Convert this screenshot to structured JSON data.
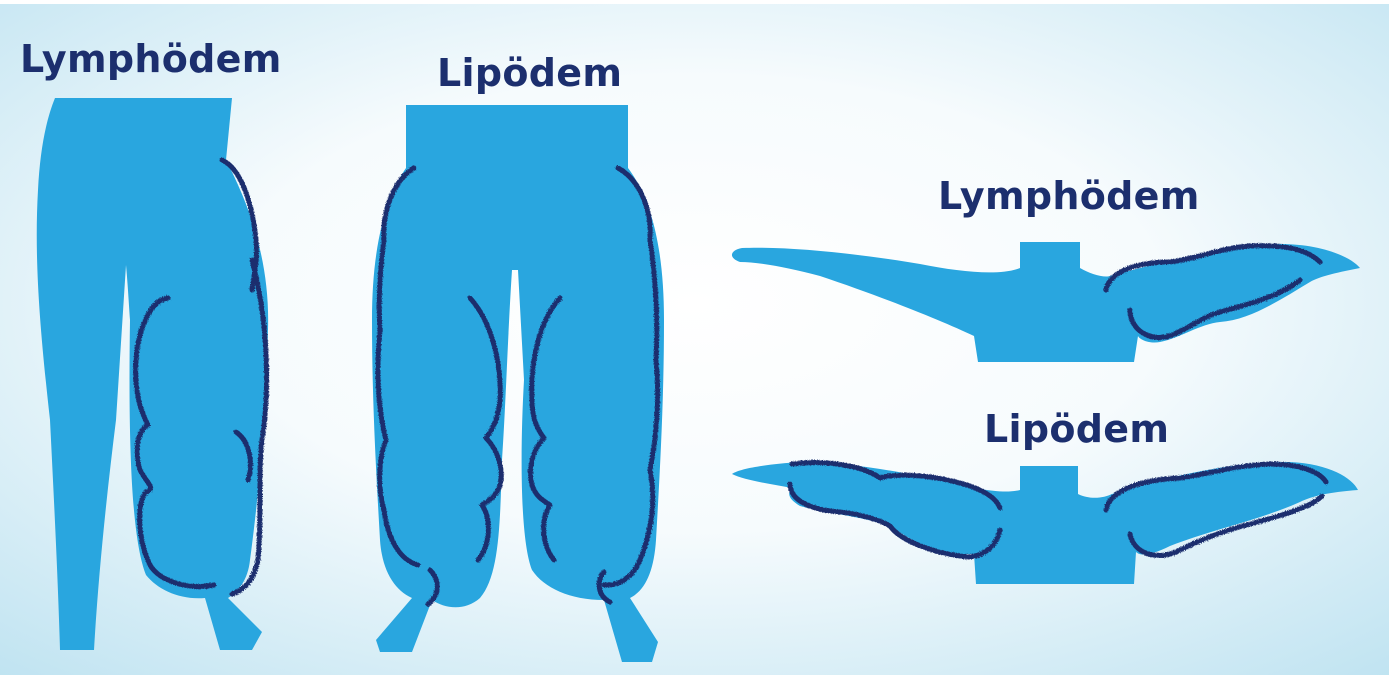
{
  "labels": {
    "legs_lymph": "Lymphödem",
    "legs_lipo": "Lipödem",
    "arms_lymph": "Lymphödem",
    "arms_lipo": "Lipödem"
  },
  "colors": {
    "body_fill": "#29a6df",
    "outline": "#1c2f6e",
    "text": "#1c2f6e",
    "bg_center": "#ffffff",
    "bg_edge": "#bfe3f1"
  },
  "figures": [
    {
      "view": "legs",
      "condition": "lymph",
      "note": "swelling one leg, feet spared"
    },
    {
      "view": "legs",
      "condition": "lipo",
      "note": "symmetric swelling both legs, feet spared"
    },
    {
      "view": "arms",
      "condition": "lymph",
      "note": "swelling one arm"
    },
    {
      "view": "arms",
      "condition": "lipo",
      "note": "symmetric swelling both arms"
    }
  ]
}
